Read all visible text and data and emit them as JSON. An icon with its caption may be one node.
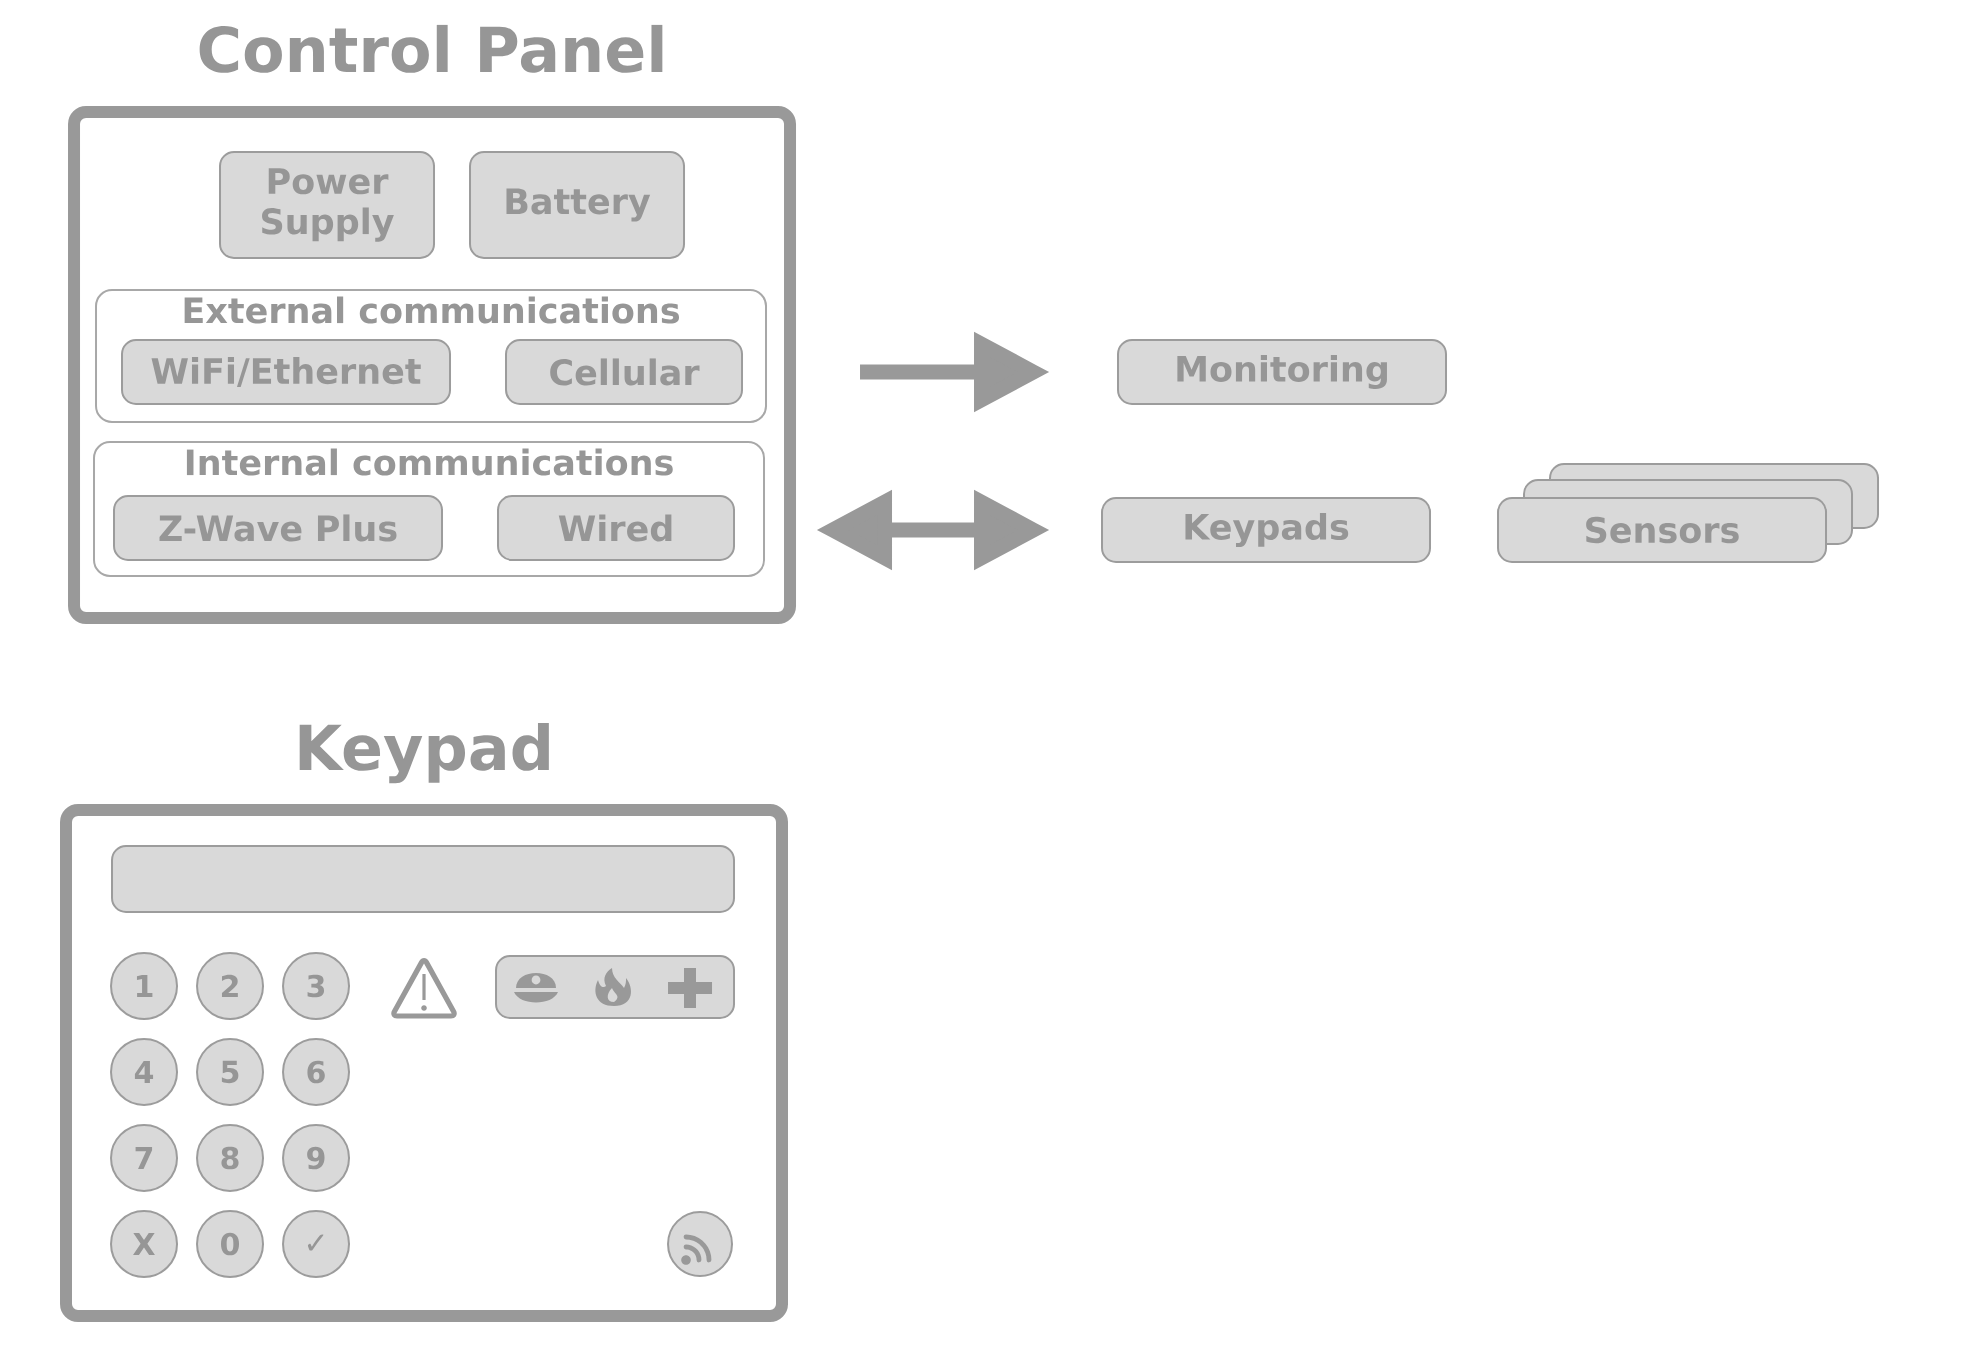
{
  "diagram": {
    "nodes": [
      {
        "text": [
          "Control Panel"
        ]
      },
      {
        "text": [
          "Power Supply"
        ],
        "in": 0
      },
      {
        "text": [
          "Battery"
        ],
        "in": 0
      },
      {
        "text": [
          "External communications"
        ],
        "in": 0
      },
      {
        "text": [
          "WiFi/Ethernet"
        ],
        "in": 3
      },
      {
        "text": [
          "Cellular"
        ],
        "in": 3
      },
      {
        "text": [
          "Internal communications"
        ],
        "in": 0
      },
      {
        "text": [
          "Z-Wave Plus"
        ],
        "in": 6
      },
      {
        "text": [
          "Wired"
        ],
        "in": 6
      },
      {
        "text": [
          "Monitoring"
        ]
      },
      {
        "text": [
          "Keypads"
        ]
      },
      {
        "text": [
          "Sensors"
        ]
      },
      {
        "text": [
          "Keypad"
        ]
      },
      {
        "text": [],
        "shape": "box",
        "in": 12
      },
      {
        "text": [
          "1"
        ],
        "in": 12
      },
      {
        "text": [
          "2"
        ],
        "in": 12
      },
      {
        "text": [
          "3"
        ],
        "in": 12
      },
      {
        "text": [],
        "shape": "box",
        "in": 12
      },
      {
        "text": [
          "4"
        ],
        "in": 12
      },
      {
        "text": [
          "5"
        ],
        "in": 12
      },
      {
        "text": [
          "6"
        ],
        "in": 12
      },
      {
        "text": [
          "7"
        ],
        "in": 12
      },
      {
        "text": [
          "8"
        ],
        "in": 12
      },
      {
        "text": [
          "9"
        ],
        "in": 12
      },
      {
        "text": [
          "X"
        ],
        "in": 12
      },
      {
        "text": [
          "0"
        ],
        "in": 12
      },
      {
        "text": [
          "✓"
        ],
        "in": 12
      },
      {
        "text": [],
        "shape": "circle",
        "in": 12
      }
    ],
    "edges": [
      {
        "from": 0,
        "to": 9,
        "arrow": "to"
      },
      {
        "from": 0,
        "to": 10,
        "arrow": "both"
      }
    ]
  }
}
